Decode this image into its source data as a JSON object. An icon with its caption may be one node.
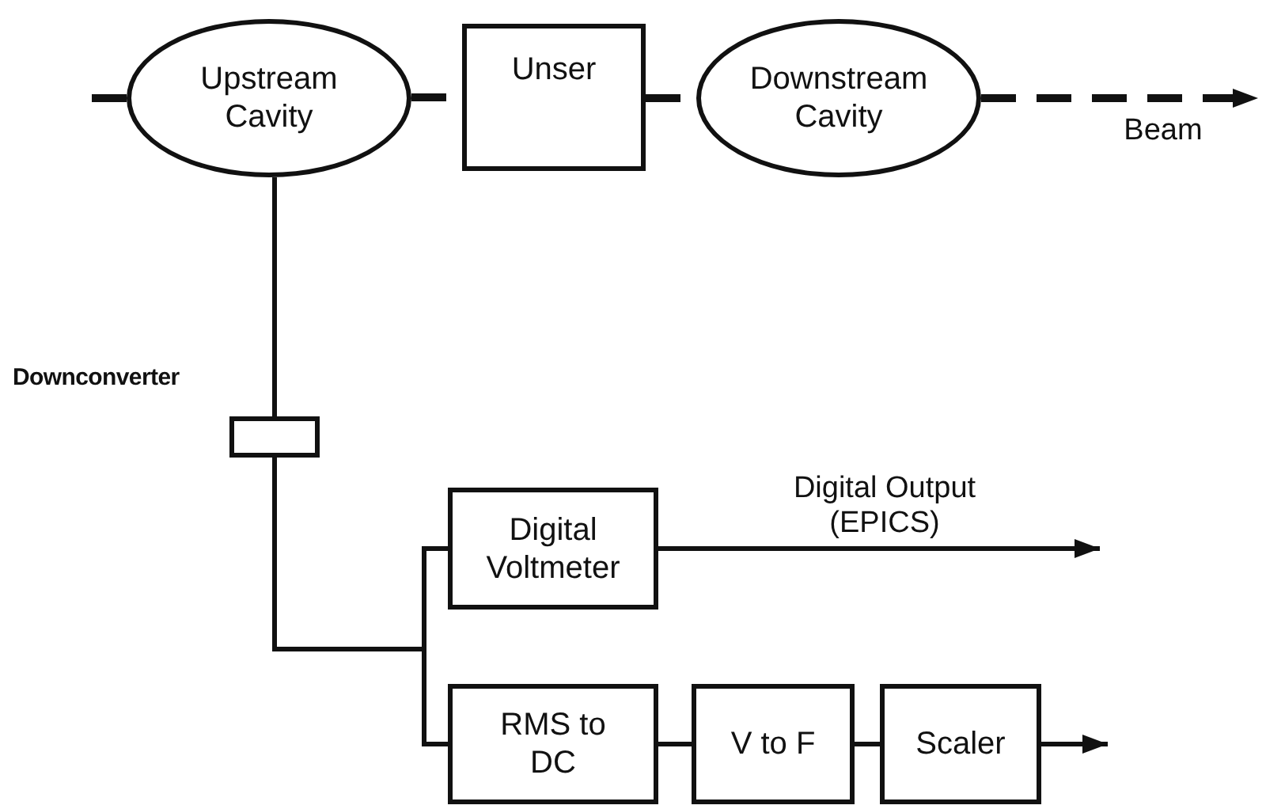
{
  "diagram": {
    "nodes": [
      {
        "text": [
          "Upstream Cavity"
        ]
      },
      {
        "text": [
          "Unser"
        ]
      },
      {
        "text": [
          "Downstream Cavity"
        ]
      },
      {
        "text": [
          "Downconverter"
        ]
      },
      {
        "text": [
          "Digital Voltmeter"
        ]
      },
      {
        "text": [
          "RMS to DC"
        ]
      },
      {
        "text": [
          "V to F"
        ]
      },
      {
        "text": [
          "Scaler"
        ]
      }
    ],
    "edges": [
      {
        "from": null,
        "to": 0,
        "arrow": "none",
        "style": "dashed"
      },
      {
        "from": 0,
        "to": 1,
        "arrow": "none",
        "style": "dashed"
      },
      {
        "from": 1,
        "to": 2,
        "arrow": "none",
        "style": "dashed"
      },
      {
        "from": 2,
        "to": null,
        "arrow": "to",
        "style": "dashed",
        "label": "Beam"
      },
      {
        "from": 0,
        "to": 3,
        "arrow": "none"
      },
      {
        "from": 3,
        "to": 4,
        "arrow": "none"
      },
      {
        "from": 3,
        "to": 5,
        "arrow": "none"
      },
      {
        "from": 4,
        "to": null,
        "arrow": "to",
        "label": "Digital Output (EPICS)"
      },
      {
        "from": 5,
        "to": 6,
        "arrow": "none"
      },
      {
        "from": 6,
        "to": 7,
        "arrow": "none"
      },
      {
        "from": 7,
        "to": null,
        "arrow": "to"
      }
    ]
  }
}
